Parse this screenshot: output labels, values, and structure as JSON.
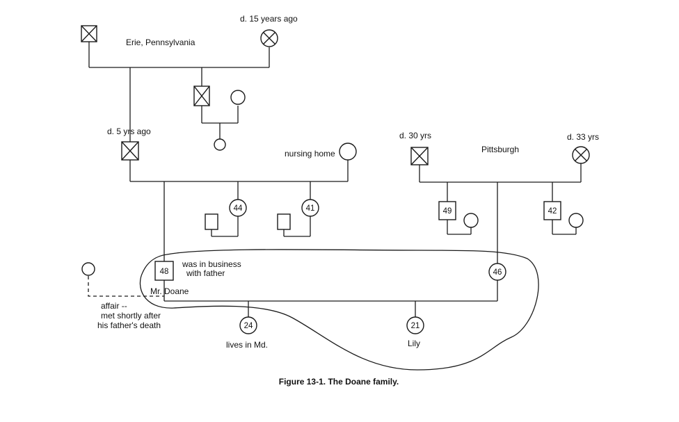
{
  "figure": {
    "caption": "Figure 13-1. The Doane family."
  },
  "people": {
    "paternal_great_grandfather": {
      "label": ""
    },
    "paternal_great_grandmother": {
      "label": "d. 15 years ago"
    },
    "great_uncle": {
      "label": ""
    },
    "great_uncle_wife": {
      "label": ""
    },
    "great_uncle_child": {
      "label": ""
    },
    "paternal_grandfather": {
      "label": "d. 5 yrs ago"
    },
    "paternal_grandmother": {
      "label": "nursing home"
    },
    "aunt_44": {
      "age": "44"
    },
    "aunt_44_husband": {
      "label": ""
    },
    "aunt_41": {
      "age": "41"
    },
    "aunt_41_husband": {
      "label": ""
    },
    "maternal_grandfather": {
      "label": "d. 30 yrs"
    },
    "maternal_grandmother": {
      "label": "d. 33 yrs"
    },
    "uncle_49": {
      "age": "49"
    },
    "uncle_49_wife": {
      "label": ""
    },
    "uncle_42": {
      "age": "42"
    },
    "uncle_42_wife": {
      "label": ""
    },
    "mr_doane": {
      "age": "48",
      "name": "Mr. Doane",
      "note_line1": "was in business",
      "note_line2": "with father"
    },
    "mrs_doane": {
      "age": "46"
    },
    "affair_partner": {
      "note_line1": "affair --",
      "note_line2": "met shortly after",
      "note_line3": "his father's death"
    },
    "son": {
      "age": "24",
      "note": "lives in Md."
    },
    "daughter": {
      "age": "21",
      "name": "Lily"
    }
  },
  "places": {
    "paternal": "Erie, Pennsylvania",
    "maternal": "Pittsburgh"
  }
}
